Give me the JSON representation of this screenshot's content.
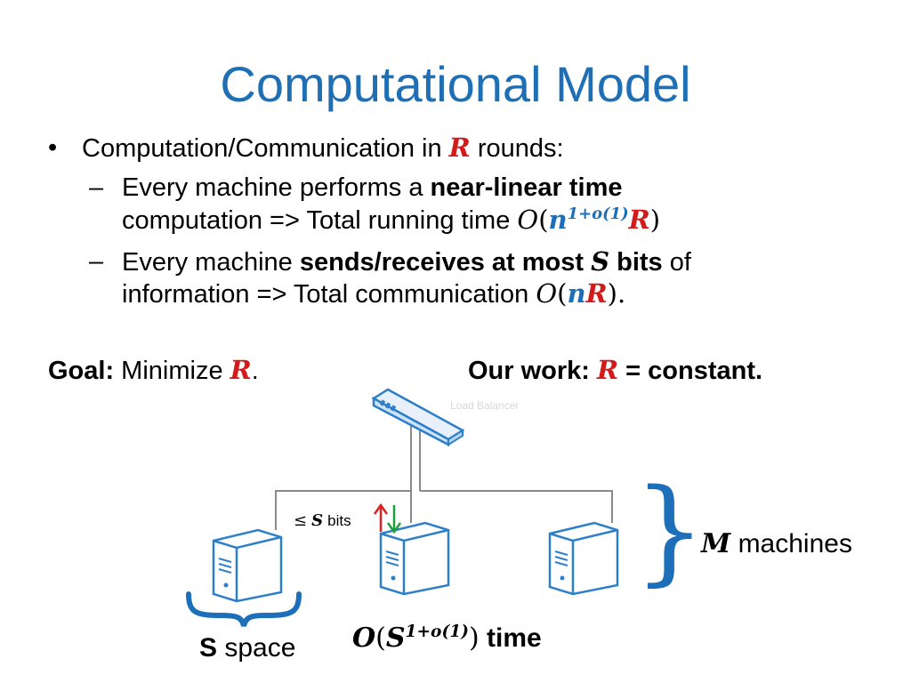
{
  "title": "Computational Model",
  "bullet1": {
    "prefix": "Computation/Communication in ",
    "var": "R",
    "suffix": " rounds:"
  },
  "sub1": {
    "line1_pre": "Every machine performs a ",
    "line1_bold": "near-linear time",
    "line2_pre": "computation => Total running time ",
    "O": "O",
    "n": "n",
    "exp": "1+o(1)",
    "R": "R"
  },
  "sub2": {
    "line1_pre": "Every machine ",
    "line1_bold": "sends/receives at most ",
    "S": "S",
    "bits": " bits",
    "of": " of",
    "line2_pre": "information => Total communication ",
    "O": "O",
    "n": "n",
    "R": "R"
  },
  "goal": {
    "label": "Goal:",
    "text": " Minimize ",
    "var": "R"
  },
  "ourwork": {
    "label": "Our work: ",
    "var": "R",
    "text": " = constant."
  },
  "diagram": {
    "load_balancer_label": "Load Balancer",
    "bits_le": "≤",
    "bits_S": "S",
    "bits_word": "bits",
    "machines_var": "M",
    "machines_word": "machines",
    "space_S": "S",
    "space_word": "space",
    "time_O": "O",
    "time_S": "S",
    "time_exp": "1+o(1)",
    "time_word": "time"
  },
  "colors": {
    "title": "#1f6fb5",
    "accent_red": "#d21b1b",
    "accent_blue": "#1c6fb8",
    "arrow_up": "#e02020",
    "arrow_down": "#1e9e3a"
  }
}
